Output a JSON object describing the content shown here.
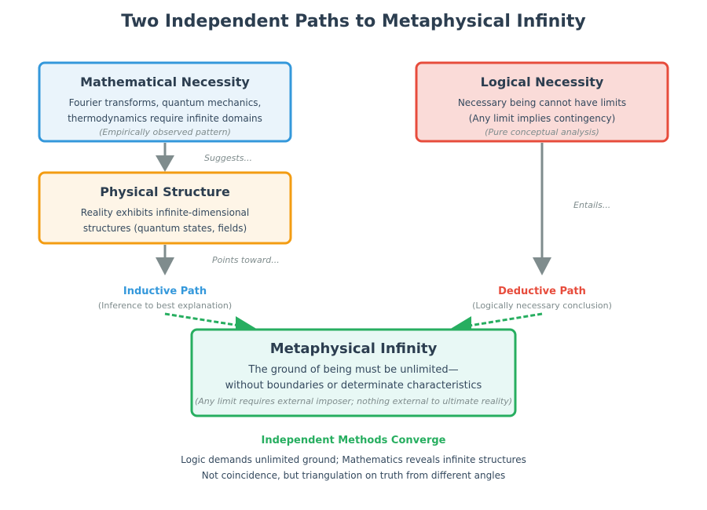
{
  "title": "Two Independent Paths to Metaphysical Infinity",
  "colors": {
    "blue": "#3498db",
    "blue_fill": "#eaf4fb",
    "orange": "#f39c12",
    "orange_fill": "#fef5e7",
    "red": "#e74c3c",
    "red_fill": "#fadbd8",
    "green": "#27ae60",
    "green_fill": "#e8f8f5",
    "arrow_gray": "#7f8c8d",
    "text_dark": "#2c3e50"
  },
  "nodes": {
    "mathematical_necessity": {
      "title": "Mathematical Necessity",
      "lines": [
        "Fourier transforms, quantum mechanics,",
        "thermodynamics require infinite domains"
      ],
      "note": "(Empirically observed pattern)"
    },
    "logical_necessity": {
      "title": "Logical Necessity",
      "lines": [
        "Necessary being cannot have limits",
        "(Any limit implies contingency)"
      ],
      "note": "(Pure conceptual analysis)"
    },
    "physical_structure": {
      "title": "Physical Structure",
      "lines": [
        "Reality exhibits infinite-dimensional",
        "structures (quantum states, fields)"
      ]
    },
    "metaphysical_infinity": {
      "title": "Metaphysical Infinity",
      "lines": [
        "The ground of being must be unlimited—",
        "without boundaries or determinate characteristics"
      ],
      "note": "(Any limit requires external imposer; nothing external to ultimate reality)"
    }
  },
  "edges": {
    "suggests": "Suggests...",
    "points_toward": "Points toward...",
    "entails": "Entails..."
  },
  "paths": {
    "inductive": {
      "title": "Inductive Path",
      "subtitle": "(Inference to best explanation)"
    },
    "deductive": {
      "title": "Deductive Path",
      "subtitle": "(Logically necessary conclusion)"
    }
  },
  "convergence": {
    "title": "Independent Methods Converge",
    "lines": [
      "Logic demands unlimited ground; Mathematics reveals infinite structures",
      "Not coincidence, but triangulation on truth from different angles"
    ]
  }
}
